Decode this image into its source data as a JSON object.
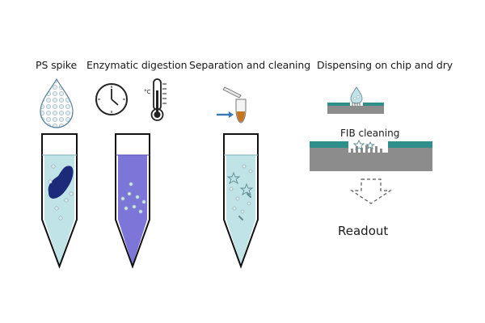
{
  "steps": [
    {
      "label": "PS spike"
    },
    {
      "label": "Enzymatic digestion"
    },
    {
      "label": "Separation and cleaning"
    },
    {
      "label": "Dispensing on chip and dry"
    }
  ],
  "fib_label": "FIB cleaning",
  "readout_label": "Readout",
  "icons": {
    "droplet": "droplet-with-beads-icon",
    "clock": "clock-icon",
    "thermometer": "thermometer-icon",
    "pipette": "pipette-icon",
    "tube": "eppendorf-tube-icon",
    "arrow": "down-arrow-icon"
  },
  "colors": {
    "liquid_light": "#bfe3e6",
    "liquid_digest": "#7b76d8",
    "tissue": "#1c2a7a",
    "chip_gray": "#8c8c8c",
    "chip_teal": "#2f8f8a",
    "pellet": "#c8761e",
    "arrow_blue": "#3a78b5"
  }
}
